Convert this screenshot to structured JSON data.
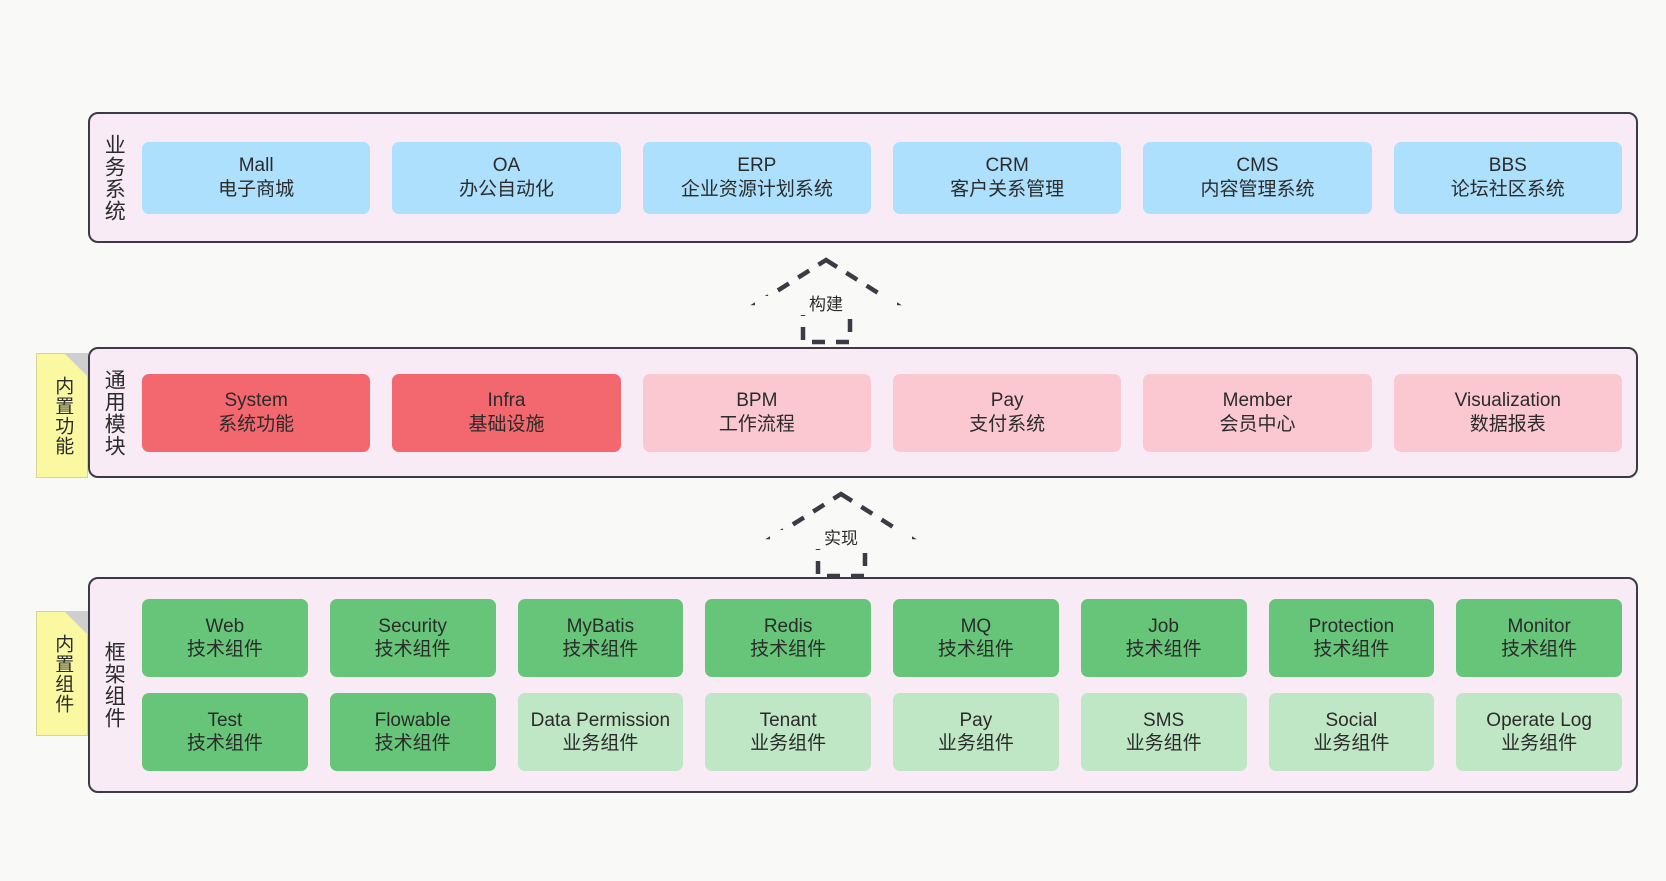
{
  "diagram": {
    "background_color": "#f9f9f8",
    "panel_color": "#f8ebf5",
    "panel_border_color": "#3b3b46",
    "note_color": "#fbf8a2"
  },
  "notes": [
    {
      "label": "内置功能",
      "name": "note-builtin-functions"
    },
    {
      "label": "内置组件",
      "name": "note-builtin-components"
    }
  ],
  "connectors": [
    {
      "label": "构建",
      "name": "connector-build"
    },
    {
      "label": "实现",
      "name": "connector-implement"
    }
  ],
  "layers": [
    {
      "id": "business",
      "title": "业务系统",
      "rows": [
        [
          {
            "en": "Mall",
            "cn": "电子商城",
            "color": "#ade0fc",
            "style": "blue"
          },
          {
            "en": "OA",
            "cn": "办公自动化",
            "color": "#ade0fc",
            "style": "blue"
          },
          {
            "en": "ERP",
            "cn": "企业资源计划系统",
            "color": "#ade0fc",
            "style": "blue"
          },
          {
            "en": "CRM",
            "cn": "客户关系管理",
            "color": "#ade0fc",
            "style": "blue"
          },
          {
            "en": "CMS",
            "cn": "内容管理系统",
            "color": "#ade0fc",
            "style": "blue"
          },
          {
            "en": "BBS",
            "cn": "论坛社区系统",
            "color": "#ade0fc",
            "style": "blue"
          }
        ]
      ]
    },
    {
      "id": "modules",
      "title": "通用模块",
      "rows": [
        [
          {
            "en": "System",
            "cn": "系统功能",
            "color": "#f2686e",
            "style": "red"
          },
          {
            "en": "Infra",
            "cn": "基础设施",
            "color": "#f2686e",
            "style": "red"
          },
          {
            "en": "BPM",
            "cn": "工作流程",
            "color": "#fbc8d2",
            "style": "pink"
          },
          {
            "en": "Pay",
            "cn": "支付系统",
            "color": "#fbc8d2",
            "style": "pink"
          },
          {
            "en": "Member",
            "cn": "会员中心",
            "color": "#fbc8d2",
            "style": "pink"
          },
          {
            "en": "Visualization",
            "cn": "数据报表",
            "color": "#fbc8d2",
            "style": "pink"
          }
        ]
      ]
    },
    {
      "id": "framework",
      "title": "框架组件",
      "rows": [
        [
          {
            "en": "Web",
            "cn": "技术组件",
            "color": "#67c579",
            "style": "green"
          },
          {
            "en": "Security",
            "cn": "技术组件",
            "color": "#67c579",
            "style": "green"
          },
          {
            "en": "MyBatis",
            "cn": "技术组件",
            "color": "#67c579",
            "style": "green"
          },
          {
            "en": "Redis",
            "cn": "技术组件",
            "color": "#67c579",
            "style": "green"
          },
          {
            "en": "MQ",
            "cn": "技术组件",
            "color": "#67c579",
            "style": "green"
          },
          {
            "en": "Job",
            "cn": "技术组件",
            "color": "#67c579",
            "style": "green"
          },
          {
            "en": "Protection",
            "cn": "技术组件",
            "color": "#67c579",
            "style": "green"
          },
          {
            "en": "Monitor",
            "cn": "技术组件",
            "color": "#67c579",
            "style": "green"
          }
        ],
        [
          {
            "en": "Test",
            "cn": "技术组件",
            "color": "#67c579",
            "style": "green"
          },
          {
            "en": "Flowable",
            "cn": "技术组件",
            "color": "#67c579",
            "style": "green"
          },
          {
            "en": "Data Permission",
            "cn": "业务组件",
            "color": "#bfe6c5",
            "style": "lightgreen"
          },
          {
            "en": "Tenant",
            "cn": "业务组件",
            "color": "#bfe6c5",
            "style": "lightgreen"
          },
          {
            "en": "Pay",
            "cn": "业务组件",
            "color": "#bfe6c5",
            "style": "lightgreen"
          },
          {
            "en": "SMS",
            "cn": "业务组件",
            "color": "#bfe6c5",
            "style": "lightgreen"
          },
          {
            "en": "Social",
            "cn": "业务组件",
            "color": "#bfe6c5",
            "style": "lightgreen"
          },
          {
            "en": "Operate Log",
            "cn": "业务组件",
            "color": "#bfe6c5",
            "style": "lightgreen"
          }
        ]
      ]
    }
  ]
}
